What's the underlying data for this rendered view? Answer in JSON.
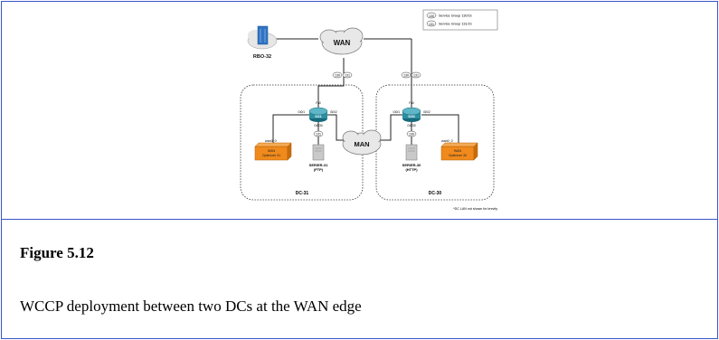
{
  "figure": {
    "label": "Figure 5.12",
    "caption": "WCCP deployment between two DCs at the WAN edge"
  },
  "diagram": {
    "wan_label": "WAN",
    "man_label": "MAN",
    "rbo_label": "RBO-32",
    "legend": [
      {
        "tag": "130",
        "text": "Service Group 130/2x"
      },
      {
        "tag": "131",
        "text": "Service Group 131/2x"
      }
    ],
    "dc31": {
      "label": "DC-31",
      "router": "D31",
      "uplink_tags": [
        "130",
        "131"
      ],
      "server_tag": "131",
      "server_label_1": "SER/ER-31",
      "server_label_2": "(FTP)",
      "optimizer_label_1": "WAN",
      "optimizer_label_2": "Optimizer 31",
      "optimizer_port": "wan0_0",
      "ports": [
        "Fa0",
        "Gi0/1",
        "Gi0/2",
        "Gi0/30"
      ]
    },
    "dc30": {
      "label": "DC-30",
      "router": "D30",
      "uplink_tags": [
        "130",
        "131"
      ],
      "server_tag": "130",
      "server_label_1": "SER/ER-30",
      "server_label_2": "(HTTP)",
      "optimizer_label_1": "WAN",
      "optimizer_label_2": "Optimizer 30",
      "optimizer_port": "wan0_0",
      "ports": [
        "Fa0",
        "Gi0/1",
        "Gi0/2",
        "Gi0/30"
      ]
    },
    "note": "*DC LAN not shown for brevity"
  }
}
